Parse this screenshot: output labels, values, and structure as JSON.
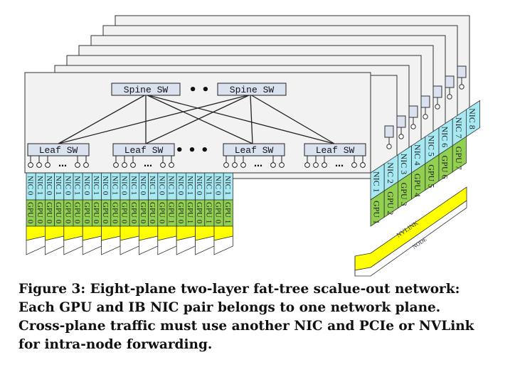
{
  "diagram": {
    "spine_label": "Spine SW",
    "leaf_label": "Leaf SW",
    "ellipsis_spine": "• •",
    "ellipsis_leaf": "• • •",
    "port_dots": "…",
    "nic_prefix": "NIC",
    "gpu_prefix": "GPU",
    "nvlink_label": "NVLINK",
    "node_label": "NODE",
    "front_nic_labels": [
      "NIC 0",
      "NIC 1",
      "NIC 0",
      "NIC 1",
      "NIC 0",
      "NIC 1",
      "NIC 0",
      "NIC 1",
      "NIC 0",
      "NIC 1",
      "NIC 0",
      "NIC 1",
      "NIC 0",
      "NIC 1",
      "NIC 0",
      "NIC 1",
      "NIC 0",
      "NIC 1",
      "NIC 0",
      "NIC 1",
      "NIC 0",
      "NIC 1"
    ],
    "front_gpu_labels": [
      "GPU 0",
      "GPU 0",
      "GPU 0",
      "GPU 0",
      "GPU 0",
      "GPU 0",
      "GPU 0",
      "GPU 0",
      "GPU 0",
      "GPU 0",
      "GPU 0",
      "GPU 0",
      "GPU 0",
      "GPU 0",
      "GPU 0",
      "GPU 1",
      "GPU 0",
      "GPU 1",
      "GPU 0",
      "GPU 1",
      "GPU 0",
      "GPU 1"
    ],
    "side_nic_labels": [
      "NIC 1",
      "NIC 2",
      "NIC 3",
      "NIC 4",
      "NIC 5",
      "NIC 6",
      "NIC 7",
      "NIC 8"
    ],
    "side_gpu_labels": [
      "GPU 1",
      "GPU 2",
      "GPU 3",
      "GPU 4",
      "GPU 5",
      "GPU 6",
      "GPU 7"
    ],
    "colors": {
      "nic": "#a6e9f3",
      "gpu": "#92d050",
      "nvlink": "#ffff00",
      "node": "#ffffff",
      "plane": "#f2f2f2",
      "stroke": "#333333"
    }
  },
  "caption": {
    "line1": "Figure 3: Eight-plane two-layer fat-tree scalue-out network:",
    "line2": "Each GPU and IB NIC pair belongs to one network plane.",
    "line3": "Cross-plane traffic must use another NIC and PCIe or NVLink",
    "line4": "for intra-node forwarding."
  }
}
